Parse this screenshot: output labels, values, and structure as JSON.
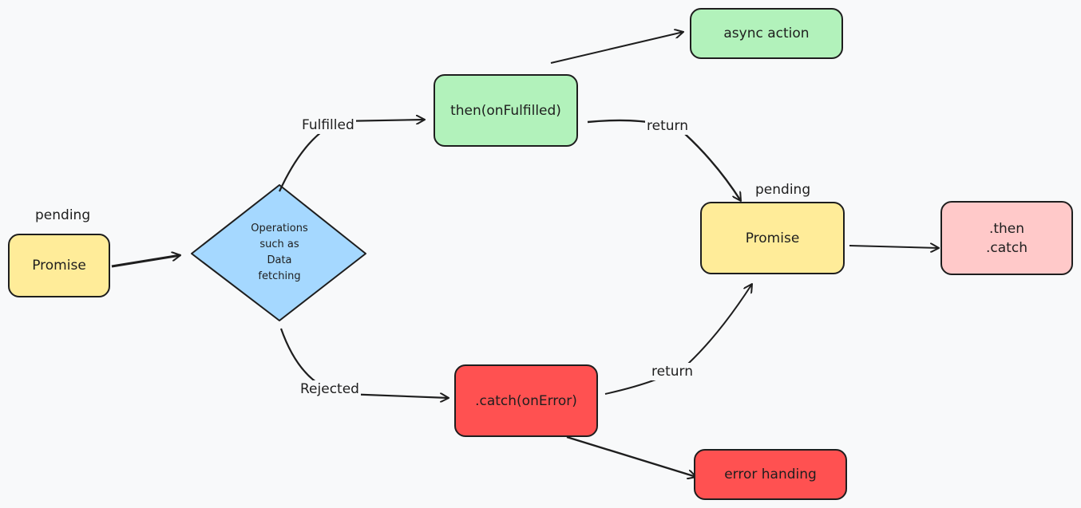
{
  "diagram": {
    "start": {
      "state_label": "pending",
      "text": "Promise",
      "color": "#ffec99"
    },
    "decision": {
      "text": "Operations\nsuch as\nData\nfetching",
      "color": "#a5d8ff"
    },
    "fulfilled_edge_label": "Fulfilled",
    "rejected_edge_label": "Rejected",
    "then_node": {
      "text": "then(onFulfilled)",
      "color": "#b2f2bb"
    },
    "async_node": {
      "text": "async action",
      "color": "#b2f2bb"
    },
    "catch_node": {
      "text": ".catch(onError)",
      "color": "#ff5151"
    },
    "error_node": {
      "text": "error handing",
      "color": "#ff5151"
    },
    "return_top_label": "return",
    "return_bottom_label": "return",
    "result": {
      "state_label": "pending",
      "text": "Promise",
      "color": "#ffec99"
    },
    "chain_node": {
      "text": ".then\n.catch",
      "color": "#ffc9c9"
    }
  }
}
